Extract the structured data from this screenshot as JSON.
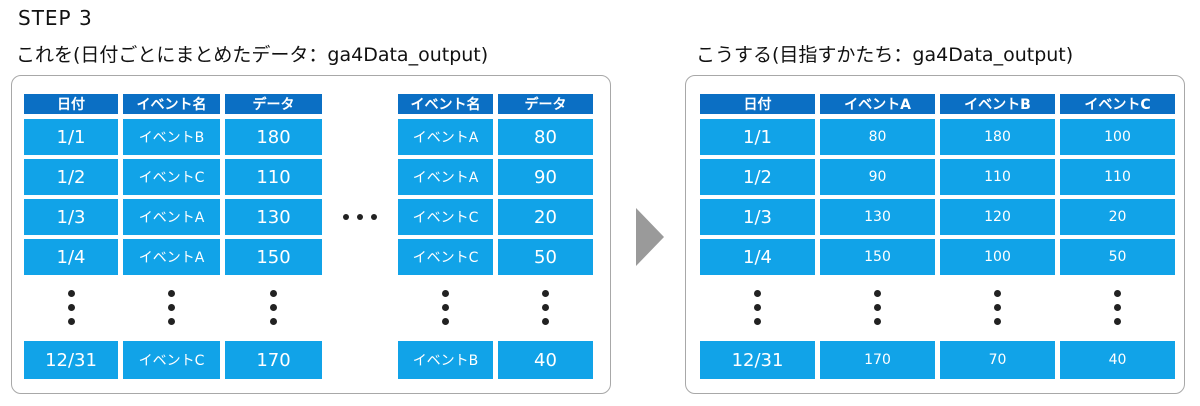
{
  "step_label": "STEP 3",
  "left": {
    "caption": "これを(日付ごとにまとめたデータ：ga4Data_output)",
    "table1": {
      "headers": [
        "日付",
        "イベント名",
        "データ"
      ],
      "rows": [
        [
          "1/1",
          "イベントB",
          "180"
        ],
        [
          "1/2",
          "イベントC",
          "110"
        ],
        [
          "1/3",
          "イベントA",
          "130"
        ],
        [
          "1/4",
          "イベントA",
          "150"
        ]
      ],
      "last_row": [
        "12/31",
        "イベントC",
        "170"
      ]
    },
    "table2": {
      "headers": [
        "イベント名",
        "データ"
      ],
      "rows": [
        [
          "イベントA",
          "80"
        ],
        [
          "イベントA",
          "90"
        ],
        [
          "イベントC",
          "20"
        ],
        [
          "イベントC",
          "50"
        ]
      ],
      "last_row": [
        "イベントB",
        "40"
      ]
    }
  },
  "right": {
    "caption": "こうする(目指すかたち：ga4Data_output)",
    "table": {
      "headers": [
        "日付",
        "イベントA",
        "イベントB",
        "イベントC"
      ],
      "rows": [
        [
          "1/1",
          "80",
          "180",
          "100"
        ],
        [
          "1/2",
          "90",
          "110",
          "110"
        ],
        [
          "1/3",
          "130",
          "120",
          "20"
        ],
        [
          "1/4",
          "150",
          "100",
          "50"
        ]
      ],
      "last_row": [
        "12/31",
        "170",
        "70",
        "40"
      ]
    }
  }
}
